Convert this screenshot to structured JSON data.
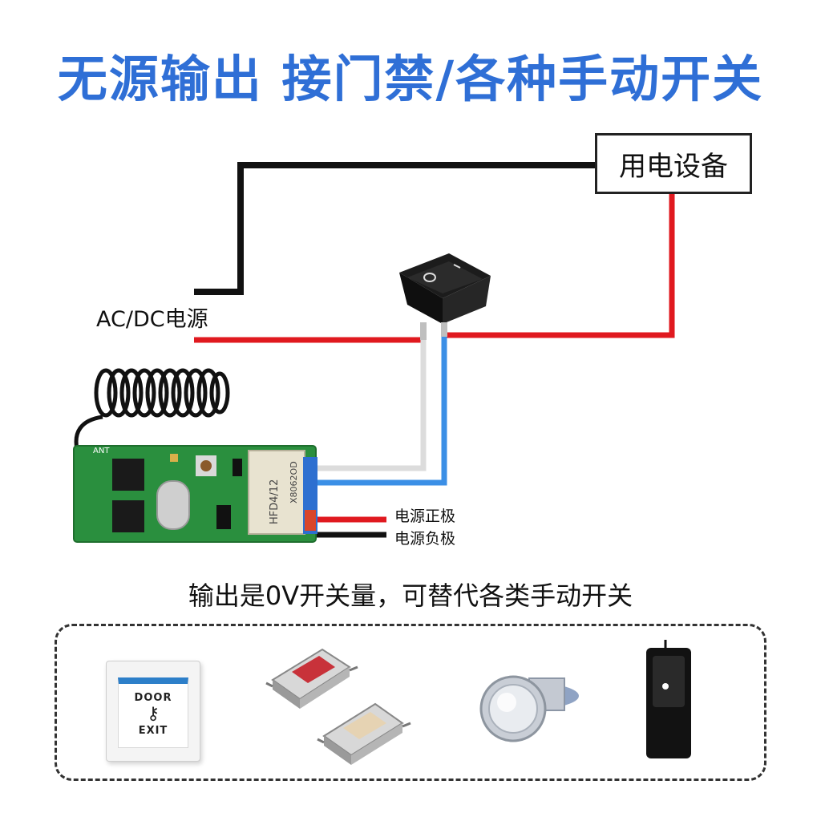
{
  "title": "无源输出 接门禁/各种手动开关",
  "device_label": "用电设备",
  "power_source_label": "AC/DC电源",
  "module": {
    "ant_label": "ANT",
    "relay_model": "HFD4/12",
    "relay_code": "X8062OD",
    "positive_label": "电源正极",
    "negative_label": "电源负极"
  },
  "caption": "输出是0V开关量，可替代各类手动开关",
  "examples": {
    "door_exit_button": {
      "door": "DOOR",
      "exit": "EXIT"
    }
  },
  "colors": {
    "title": "#2f6fd6",
    "wire_black": "#111111",
    "wire_red": "#e0191f",
    "wire_blue": "#3b8fe6",
    "wire_white": "#e6e6e6",
    "pcb": "#2a8f3e"
  }
}
